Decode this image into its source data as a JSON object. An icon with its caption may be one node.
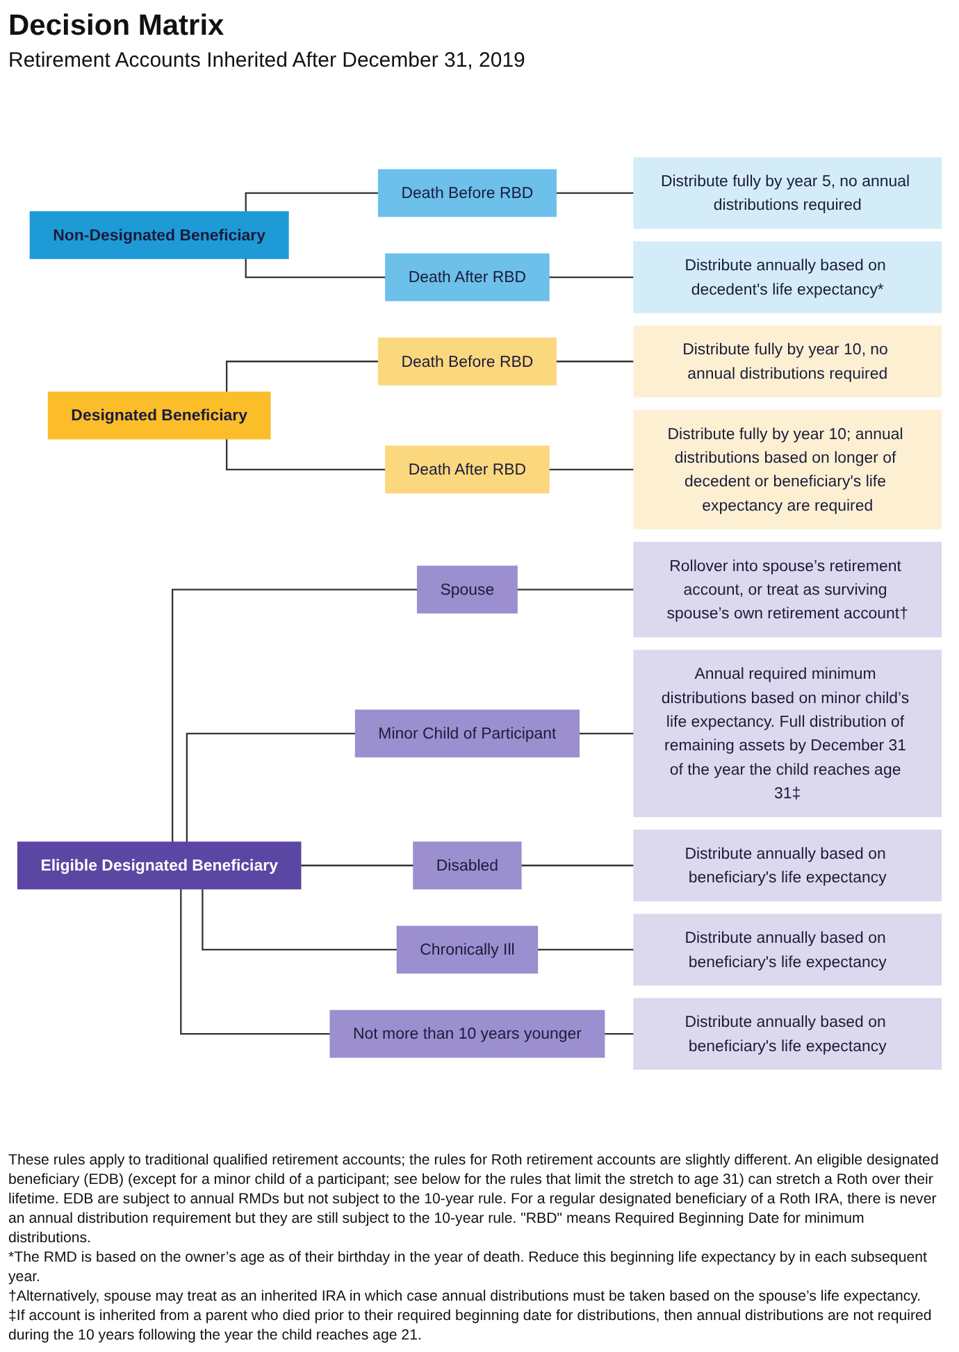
{
  "diagram": {
    "title": "Decision Matrix",
    "nodes": [
      {
        "text": [
          "Non-Designated Beneficiary"
        ]
      },
      {
        "text": [
          "Death Before RBD"
        ]
      },
      {
        "text": [
          "Distribute fully by year 5, no annual distributions required"
        ]
      },
      {
        "text": [
          "Death After RBD"
        ]
      },
      {
        "text": [
          "Distribute annually based on decedent's life expectancy*"
        ]
      },
      {
        "text": [
          "Designated Beneficiary"
        ]
      },
      {
        "text": [
          "Death Before RBD"
        ]
      },
      {
        "text": [
          "Distribute fully by year 10, no annual distributions required"
        ]
      },
      {
        "text": [
          "Death After RBD"
        ]
      },
      {
        "text": [
          "Distribute fully by year 10; annual distributions based on longer of decedent or beneficiary's life expectancy are required"
        ]
      },
      {
        "text": [
          "Eligible Designated Beneficiary"
        ]
      },
      {
        "text": [
          "Spouse"
        ]
      },
      {
        "text": [
          "Rollover into spouse’s retirement account, or treat as surviving spouse’s own retirement account†"
        ]
      },
      {
        "text": [
          "Minor Child of Participant"
        ]
      },
      {
        "text": [
          "Annual required minimum distributions based on minor child’s life expectancy. Full distribution of remaining assets by December 31 of the year the child reaches age 31‡"
        ]
      },
      {
        "text": [
          "Disabled"
        ]
      },
      {
        "text": [
          "Distribute annually based on beneficiary's life expectancy"
        ]
      },
      {
        "text": [
          "Chronically Ill"
        ]
      },
      {
        "text": [
          "Distribute annually based on beneficiary's life expectancy"
        ]
      },
      {
        "text": [
          "Not more than 10 years younger"
        ]
      },
      {
        "text": [
          "Distribute annually based on beneficiary's life expectancy"
        ]
      }
    ],
    "edges": [
      {
        "from": 0,
        "to": 1,
        "arrow": "none"
      },
      {
        "from": 1,
        "to": 2,
        "arrow": "none"
      },
      {
        "from": 0,
        "to": 3,
        "arrow": "none"
      },
      {
        "from": 3,
        "to": 4,
        "arrow": "none"
      },
      {
        "from": 5,
        "to": 6,
        "arrow": "none"
      },
      {
        "from": 6,
        "to": 7,
        "arrow": "none"
      },
      {
        "from": 5,
        "to": 8,
        "arrow": "none"
      },
      {
        "from": 8,
        "to": 9,
        "arrow": "none"
      },
      {
        "from": 10,
        "to": 11,
        "arrow": "none"
      },
      {
        "from": 11,
        "to": 12,
        "arrow": "none"
      },
      {
        "from": 10,
        "to": 13,
        "arrow": "none"
      },
      {
        "from": 13,
        "to": 14,
        "arrow": "none"
      },
      {
        "from": 10,
        "to": 15,
        "arrow": "none"
      },
      {
        "from": 15,
        "to": 16,
        "arrow": "none"
      },
      {
        "from": 10,
        "to": 17,
        "arrow": "none"
      },
      {
        "from": 17,
        "to": 18,
        "arrow": "none"
      },
      {
        "from": 10,
        "to": 19,
        "arrow": "none"
      },
      {
        "from": 19,
        "to": 20,
        "arrow": "none"
      }
    ],
    "labels": [
      "Retirement Accounts Inherited After December 31, 2019",
      "These rules apply to traditional qualified retirement accounts; the rules for Roth retirement accounts are slightly different. An eligible designated beneficiary (EDB) (except for a minor child of a participant; see below for the rules that limit the stretch to age 31) can stretch a Roth over their lifetime. EDB are subject to annual RMDs but not subject to the 10-year rule. For a regular designated beneficiary of a Roth IRA, there is never an annual distribution requirement but they are still subject to the 10-year rule. \"RBD\" means Required Beginning Date for minimum distributions.",
      "*The RMD is based on the owner’s age as of their birthday in the year of death. Reduce this beginning life expectancy by in each subsequent year.",
      "†Alternatively, spouse may treat as an inherited IRA in which case annual distributions must be taken based on the spouse’s life expectancy.",
      "‡If account is inherited from a parent who died prior to their required beginning date for distributions, then annual distributions are not required during the 10 years following the year the child reaches age 21."
    ]
  }
}
